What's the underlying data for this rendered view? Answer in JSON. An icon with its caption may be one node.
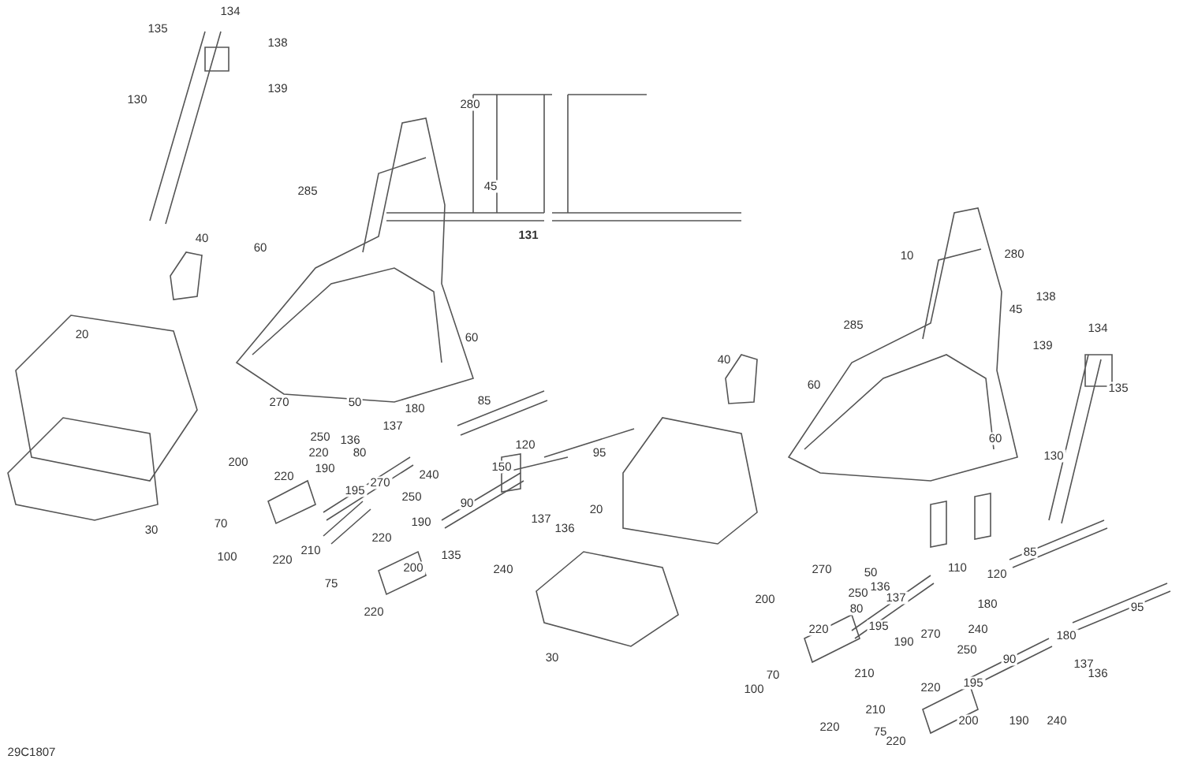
{
  "diagram": {
    "labels": [
      "134",
      "135",
      "138",
      "139",
      "130",
      "280",
      "45",
      "285",
      "131",
      "40",
      "60",
      "10",
      "280",
      "138",
      "45",
      "285",
      "134",
      "60",
      "20",
      "139",
      "40",
      "60",
      "135",
      "85",
      "270",
      "50",
      "180",
      "137",
      "250",
      "136",
      "60",
      "120",
      "80",
      "220",
      "95",
      "130",
      "200",
      "150",
      "190",
      "240",
      "220",
      "270",
      "195",
      "250",
      "90",
      "20",
      "137",
      "190",
      "70",
      "136",
      "30",
      "220",
      "210",
      "85",
      "135",
      "100",
      "220",
      "200",
      "110",
      "240",
      "270",
      "50",
      "120",
      "75",
      "136",
      "250",
      "200",
      "137",
      "80",
      "180",
      "95",
      "220",
      "195",
      "220",
      "240",
      "270",
      "180",
      "190",
      "250",
      "30",
      "90",
      "137",
      "70",
      "136",
      "210",
      "195",
      "220",
      "100",
      "210",
      "190",
      "240",
      "200",
      "220",
      "75",
      "220",
      "29C1807"
    ]
  }
}
